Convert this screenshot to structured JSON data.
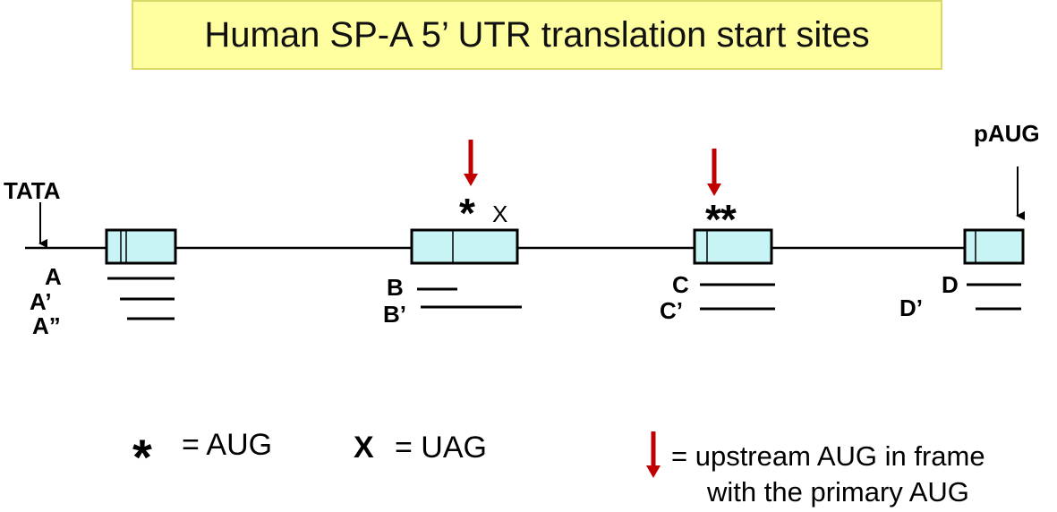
{
  "title": "Human SP-A 5’ UTR translation start sites",
  "labels": {
    "tata": "TATA",
    "pAUG": "pAUG",
    "A": "A",
    "A1": "A’",
    "A2": "A”",
    "B": "B",
    "B1": "B’",
    "C": "C",
    "C1": "C’",
    "D": "D",
    "D1": "D’"
  },
  "markers": {
    "exon2_marks": "*",
    "exon2_x": "X",
    "exon3_marks": "**"
  },
  "legend": {
    "aug_symbol": "*",
    "aug_text": "= AUG",
    "uag_symbol": "X",
    "uag_text": "= UAG",
    "arrow_text_1": "= upstream AUG in frame",
    "arrow_text_2": "with the primary AUG"
  },
  "colors": {
    "exon_fill": "#c8f4f6",
    "red_arrow": "#c00000",
    "title_bg": "#ffffa0"
  }
}
